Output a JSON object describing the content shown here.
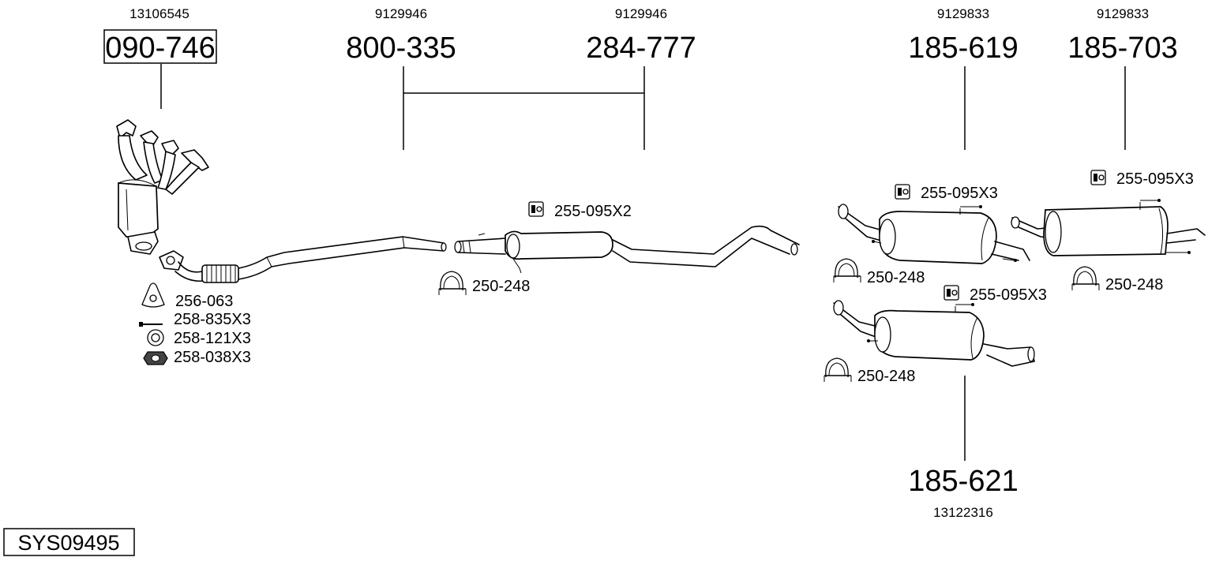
{
  "diagram": {
    "system_id": "SYS09495",
    "parts": [
      {
        "number": "090-746",
        "reference": "13106545",
        "boxed": true
      },
      {
        "number": "800-335",
        "reference": "9129946"
      },
      {
        "number": "284-777",
        "reference": "9129946"
      },
      {
        "number": "185-619",
        "reference": "9129833"
      },
      {
        "number": "185-703",
        "reference": "9129833"
      },
      {
        "number": "185-621",
        "reference": "13122316"
      }
    ],
    "accessories": {
      "gasket": "256-063",
      "bolt": "258-835X3",
      "washer": "258-121X3",
      "nut": "258-038X3",
      "mid_rubber": "255-095X2",
      "mid_clamp": "250-248",
      "r619_rubber": "255-095X3",
      "r619_clamp": "250-248",
      "r703_rubber": "255-095X3",
      "r703_clamp": "250-248",
      "r621_rubber": "255-095X3",
      "r621_clamp": "250-248"
    }
  }
}
